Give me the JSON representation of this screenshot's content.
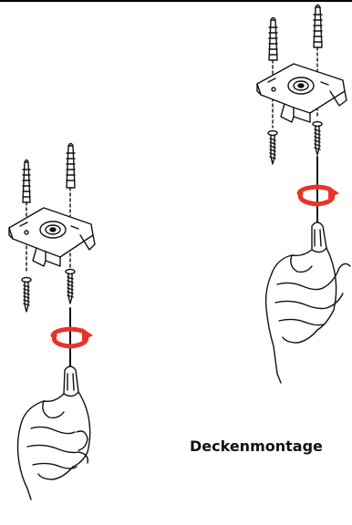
{
  "caption": "Deckenmontage",
  "colors": {
    "rotation_arrow": "#e8332a",
    "line": "#111111"
  },
  "figures": [
    {
      "id": "figure-left",
      "parts": [
        "wall-plug-icon",
        "wall-plug-icon",
        "mounting-bracket-icon",
        "screw-icon",
        "screw-icon",
        "screwdriver-icon",
        "rotation-arrow-icon",
        "hand-icon"
      ]
    },
    {
      "id": "figure-right",
      "parts": [
        "wall-plug-icon",
        "wall-plug-icon",
        "mounting-bracket-icon",
        "screw-icon",
        "screw-icon",
        "screwdriver-icon",
        "rotation-arrow-icon",
        "hand-icon"
      ]
    }
  ]
}
